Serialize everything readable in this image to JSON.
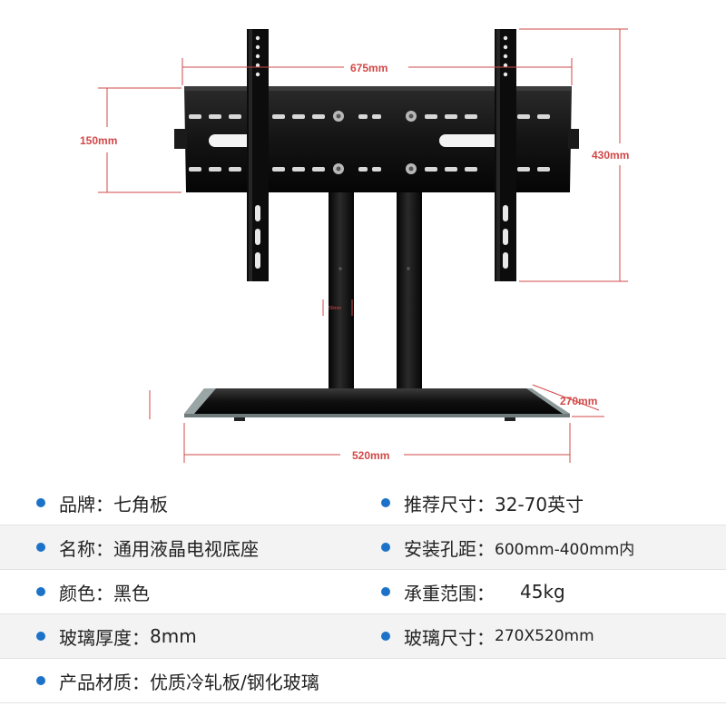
{
  "dimensions": {
    "width_top": "675mm",
    "height_hole": "150mm",
    "height_total": "430mm",
    "glass_depth": "270mm",
    "glass_width": "520mm",
    "pole_mark": "50mm"
  },
  "specs": [
    {
      "label": "品牌：",
      "value": "七角板"
    },
    {
      "label": "推荐尺寸：",
      "value": "32-70英寸"
    },
    {
      "label": "名称：",
      "value": "通用液晶电视底座"
    },
    {
      "label": "安装孔距：",
      "value": "600mm-400mm内"
    },
    {
      "label": "颜色：",
      "value": "黑色"
    },
    {
      "label": "承重范围：",
      "value": "45kg"
    },
    {
      "label": "玻璃厚度：",
      "value": "8mm"
    },
    {
      "label": "玻璃尺寸：",
      "value": "270X520mm"
    },
    {
      "label": "产品材质：",
      "value": "优质冷轧板/钢化玻璃"
    }
  ],
  "colors": {
    "dimension_line": "#d24848",
    "bullet": "#1b72c8",
    "metal": "#111111"
  }
}
